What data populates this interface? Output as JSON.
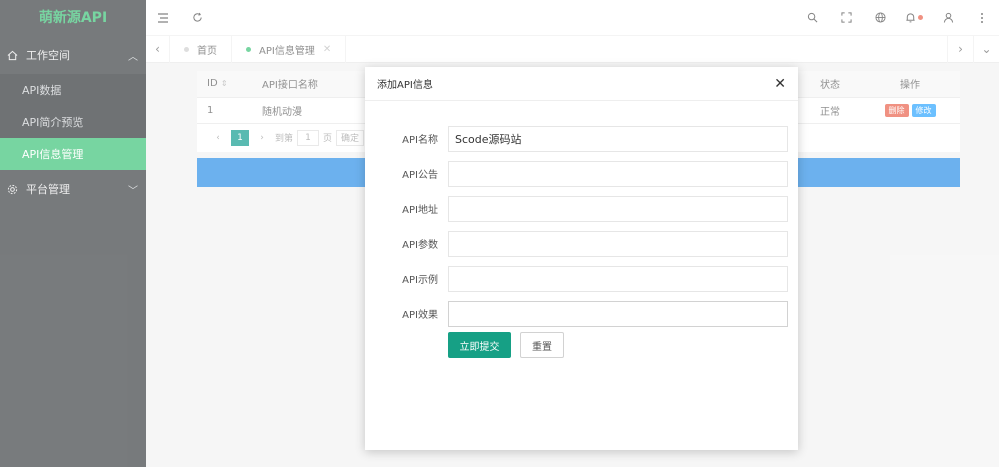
{
  "app": {
    "logo": "萌新源API"
  },
  "sidebar": {
    "groups": [
      {
        "label": "工作空间",
        "icon": "home-icon",
        "expanded": true,
        "items": [
          {
            "label": "API数据"
          },
          {
            "label": "API简介预览"
          },
          {
            "label": "API信息管理",
            "active": true
          }
        ]
      },
      {
        "label": "平台管理",
        "icon": "settings-icon",
        "expanded": false
      }
    ]
  },
  "header": {
    "icons": [
      "menu-icon",
      "refresh-icon",
      "search-icon",
      "fullscreen-icon",
      "globe-icon",
      "bell-icon",
      "user-icon",
      "more-icon"
    ]
  },
  "tabs": [
    {
      "label": "首页",
      "active": false
    },
    {
      "label": "API信息管理",
      "active": true
    }
  ],
  "table": {
    "columns": [
      "ID",
      "API接口名称",
      "状态",
      "操作"
    ],
    "rows": [
      {
        "id": "1",
        "name": "随机动漫",
        "status": "正常",
        "delete": "删除",
        "edit": "修改"
      }
    ],
    "pager": {
      "current": "1",
      "goto_label": "到第",
      "goto_value": "1",
      "unit": "页",
      "confirm": "确定"
    }
  },
  "modal": {
    "title": "添加API信息",
    "fields": [
      {
        "label": "API名称",
        "value": "Scode源码站"
      },
      {
        "label": "API公告",
        "value": ""
      },
      {
        "label": "API地址",
        "value": ""
      },
      {
        "label": "API参数",
        "value": ""
      },
      {
        "label": "API示例",
        "value": ""
      },
      {
        "label": "API效果",
        "value": ""
      }
    ],
    "submit_label": "立即提交",
    "reset_label": "重置"
  },
  "colors": {
    "accent_green": "#2fbf6f",
    "primary_teal": "#16a085",
    "blue_bar": "#1e88e5",
    "danger": "#e8573f"
  }
}
